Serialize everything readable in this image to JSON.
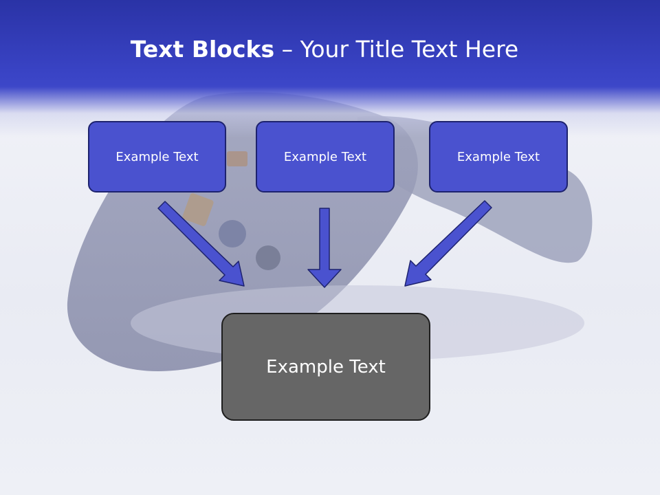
{
  "slide": {
    "title_bold": "Text Blocks",
    "title_rest": " – Your Title Text Here"
  },
  "blocks": [
    {
      "label": "Example Text"
    },
    {
      "label": "Example Text"
    },
    {
      "label": "Example Text"
    }
  ],
  "target_block": {
    "label": "Example Text"
  },
  "colors": {
    "header": "#3a44c6",
    "block_fill": "#4a52cf",
    "block_border": "#1d226e",
    "arrow_fill": "#4a52cf",
    "target_fill": "#666666"
  },
  "icons": [
    "arrow-down-right-icon",
    "arrow-down-icon",
    "arrow-down-left-icon"
  ]
}
